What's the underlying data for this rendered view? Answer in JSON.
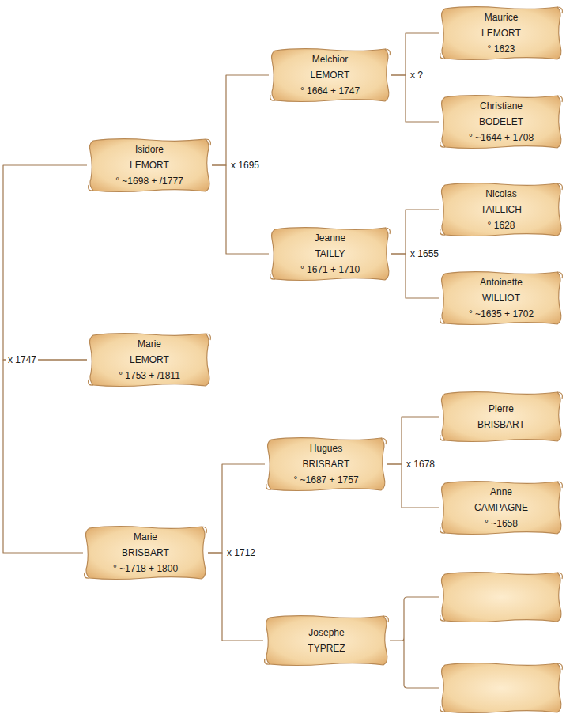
{
  "diagram": {
    "nodes": [
      {
        "text": [
          "Isidore",
          "LEMORT",
          "° ~1698 + /1777"
        ]
      },
      {
        "text": [
          "Marie",
          "LEMORT",
          "° 1753 + /1811"
        ]
      },
      {
        "text": [
          "Marie",
          "BRISBART",
          "° ~1718 + 1800"
        ]
      },
      {
        "text": [
          "Melchior",
          "LEMORT",
          "° 1664 + 1747"
        ]
      },
      {
        "text": [
          "Jeanne",
          "TAILLY",
          "° 1671 + 1710"
        ]
      },
      {
        "text": [
          "Hugues",
          "BRISBART",
          "° ~1687 + 1757"
        ]
      },
      {
        "text": [
          "Josephe",
          "TYPREZ"
        ]
      },
      {
        "text": [
          "Maurice",
          "LEMORT",
          "° 1623"
        ]
      },
      {
        "text": [
          "Christiane",
          "BODELET",
          "° ~1644 + 1708"
        ]
      },
      {
        "text": [
          "Nicolas",
          "TAILLICH",
          "° 1628"
        ]
      },
      {
        "text": [
          "Antoinette",
          "WILLIOT",
          "° ~1635 + 1702"
        ]
      },
      {
        "text": [
          "Pierre",
          "BRISBART"
        ]
      },
      {
        "text": [
          "Anne",
          "CAMPAGNE",
          "° ~1658"
        ]
      }
    ],
    "edges": [
      {
        "from": 0,
        "to": 3,
        "arrow": "none",
        "label": "x 1695"
      },
      {
        "from": 0,
        "to": 4,
        "arrow": "none"
      },
      {
        "from": 1,
        "to": 0,
        "arrow": "none",
        "label": "x 1747"
      },
      {
        "from": 1,
        "to": 2,
        "arrow": "none"
      },
      {
        "from": 3,
        "to": 7,
        "arrow": "none",
        "label": "x ?"
      },
      {
        "from": 3,
        "to": 8,
        "arrow": "none"
      },
      {
        "from": 4,
        "to": 9,
        "arrow": "none",
        "label": "x 1655"
      },
      {
        "from": 4,
        "to": 10,
        "arrow": "none"
      },
      {
        "from": 2,
        "to": 5,
        "arrow": "none",
        "label": "x 1712"
      },
      {
        "from": 2,
        "to": 6,
        "arrow": "none"
      },
      {
        "from": 5,
        "to": 11,
        "arrow": "none",
        "label": "x 1678"
      },
      {
        "from": 5,
        "to": 12,
        "arrow": "none"
      }
    ]
  }
}
